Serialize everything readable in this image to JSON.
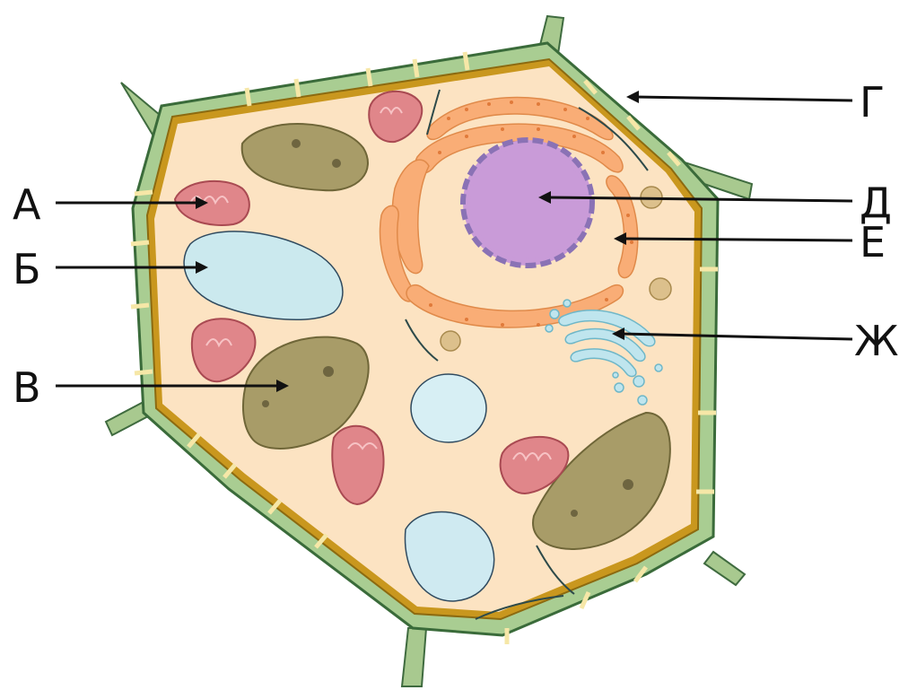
{
  "diagram": {
    "labels": {
      "a": "А",
      "b": "Б",
      "v": "В",
      "g": "Г",
      "d": "Д",
      "e": "Е",
      "zh": "Ж"
    }
  }
}
